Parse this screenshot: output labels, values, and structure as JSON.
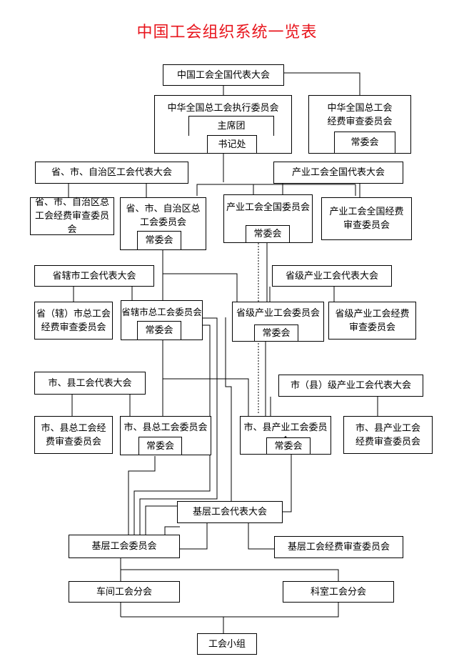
{
  "title": "中国工会组织系统一览表",
  "boxes": {
    "national_congress": "中国工会全国代表大会",
    "acftu_exec": "中华全国总工会执行委员会",
    "presidium": "主席团",
    "secretariat": "书记处",
    "acftu_audit": "中华全国总工会\n经费审查委员会",
    "acftu_audit_standing": "常委会",
    "prov_congress": "省、市、自治区工会代表大会",
    "prov_audit": "省、市、自治区总\n工会经费审查委员会",
    "prov_committee": "省、市、自治区总\n工会委员会",
    "prov_standing": "常委会",
    "ind_nat_congress": "产业工会全国代表大会",
    "ind_nat_committee": "产业工会全国委员会",
    "ind_nat_standing": "常委会",
    "ind_nat_audit": "产业工会全国经费\n审查委员会",
    "city_congress": "省辖市工会代表大会",
    "city_audit": "省（辖）市总工会\n经费审查委员会",
    "city_committee": "省辖市总工会委员会",
    "city_standing": "常委会",
    "prov_ind_congress": "省级产业工会代表大会",
    "prov_ind_committee": "省级产业工会委员会",
    "prov_ind_standing": "常委会",
    "prov_ind_audit": "省级产业工会经费\n审查委员会",
    "county_congress": "市、县工会代表大会",
    "county_audit": "市、县总工会经\n费审查委员会",
    "county_committee": "市、县总工会委员会",
    "county_standing": "常委会",
    "county_ind_congress": "市（县）级产业工会代表大会",
    "county_ind_committee": "市、县产业工会委员会",
    "county_ind_standing": "常委会",
    "county_ind_audit": "市、县产业工会\n经费审查委员会",
    "base_congress": "基层工会代表大会",
    "base_committee": "基层工会委员会",
    "base_audit": "基层工会经费审查委员会",
    "workshop_branch": "车间工会分会",
    "office_branch": "科室工会分会",
    "union_group": "工会小组"
  }
}
